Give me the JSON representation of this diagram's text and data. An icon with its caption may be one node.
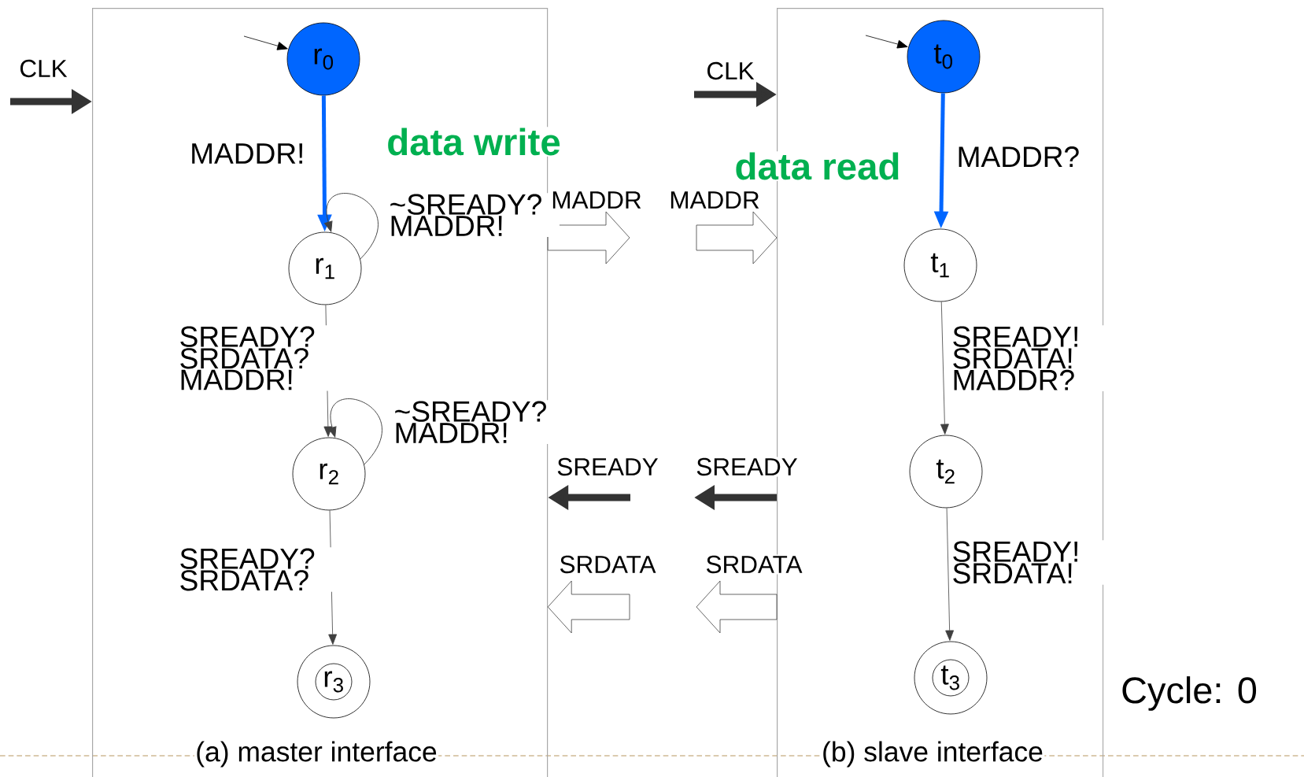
{
  "diagram": {
    "nodes": [
      {
        "text": [
          "(a) master interface"
        ]
      },
      {
        "text": [
          "(b) slave interface"
        ]
      },
      {
        "text": [
          "r$_{0}$"
        ],
        "in": 0
      },
      {
        "text": [
          "r$_{1}$"
        ],
        "in": 0
      },
      {
        "text": [
          "r$_{2}$"
        ],
        "in": 0
      },
      {
        "text": [
          "r$_{3}$"
        ],
        "in": 0
      },
      {
        "text": [
          "t$_{0}$"
        ],
        "in": 1
      },
      {
        "text": [
          "t$_{1}$"
        ],
        "in": 1
      },
      {
        "text": [
          "t$_{2}$"
        ],
        "in": 1
      },
      {
        "text": [
          "t$_{3}$"
        ],
        "in": 1
      }
    ],
    "edges": [
      {
        "from": null,
        "to": 2,
        "arrow": "to"
      },
      {
        "from": null,
        "to": 0,
        "arrow": "to",
        "label": "CLK",
        "style": "thick"
      },
      {
        "from": 2,
        "to": 3,
        "arrow": "to",
        "label": "MADDR!",
        "style": "thick",
        "color": "#0066ff"
      },
      {
        "from": 3,
        "to": 3,
        "arrow": "to",
        "label": "~SREADY? MADDR!"
      },
      {
        "from": 0,
        "to": null,
        "arrow": "to",
        "label": "MADDR"
      },
      {
        "from": null,
        "to": 1,
        "arrow": "to",
        "label": "MADDR"
      },
      {
        "from": null,
        "to": 6,
        "arrow": "to"
      },
      {
        "from": null,
        "to": 1,
        "arrow": "to",
        "label": "CLK",
        "style": "thick"
      },
      {
        "from": 6,
        "to": 7,
        "arrow": "to",
        "label": "MADDR?",
        "style": "thick",
        "color": "#0066ff"
      },
      {
        "from": 3,
        "to": 4,
        "arrow": "to",
        "label": "SREADY? SRDATA? MADDR!"
      },
      {
        "from": 7,
        "to": 8,
        "arrow": "to",
        "label": "SREADY! SRDATA! MADDR?"
      },
      {
        "from": 4,
        "to": 4,
        "arrow": "to",
        "label": "~SREADY? MADDR!"
      },
      {
        "from": null,
        "to": 0,
        "arrow": "to",
        "label": "SREADY",
        "style": "thick"
      },
      {
        "from": 1,
        "to": null,
        "arrow": "to",
        "label": "SREADY",
        "style": "thick"
      },
      {
        "from": 4,
        "to": 5,
        "arrow": "to",
        "label": "SREADY? SRDATA?"
      },
      {
        "from": null,
        "to": 0,
        "arrow": "to",
        "label": "SRDATA"
      },
      {
        "from": 1,
        "to": null,
        "arrow": "to",
        "label": "SRDATA"
      },
      {
        "from": 8,
        "to": 9,
        "arrow": "to",
        "label": "SREADY! SRDATA!"
      }
    ],
    "labels": [
      "data write",
      "data read",
      "Cycle: 0"
    ]
  }
}
